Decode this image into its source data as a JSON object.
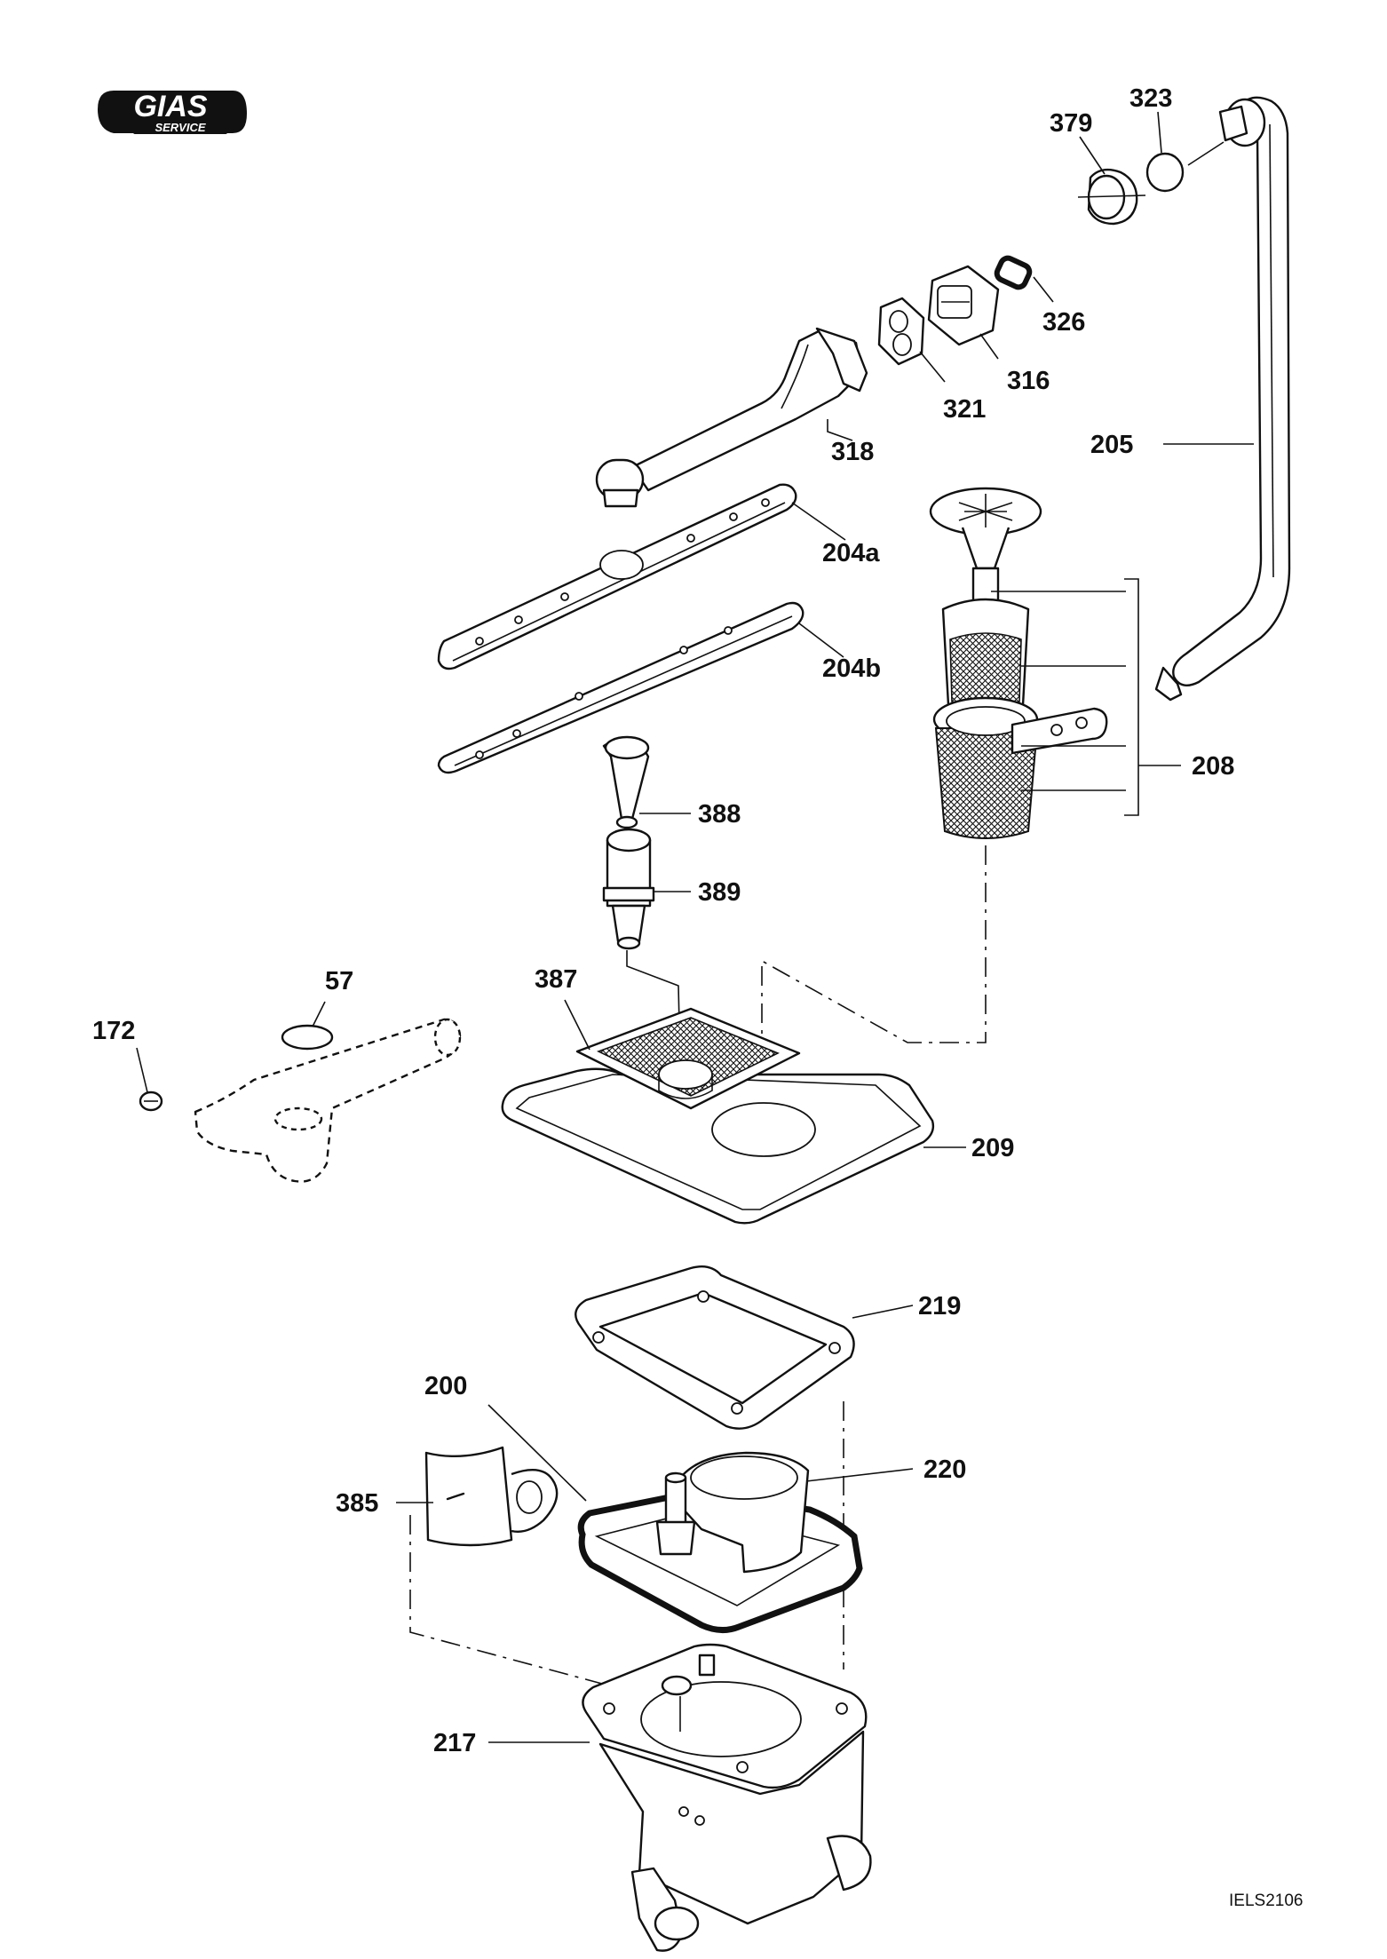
{
  "logo": {
    "brand": "GIAS",
    "sub": "SERVICE"
  },
  "drawing_code": "IELS2106",
  "parts": {
    "p379": "379",
    "p323": "323",
    "p326": "326",
    "p316": "316",
    "p321": "321",
    "p318": "318",
    "p205": "205",
    "p204a": "204a",
    "p204b": "204b",
    "p208": "208",
    "p388": "388",
    "p389": "389",
    "p387": "387",
    "p57": "57",
    "p172": "172",
    "p209": "209",
    "p219": "219",
    "p200": "200",
    "p220": "220",
    "p385": "385",
    "p217": "217"
  },
  "colors": {
    "ink": "#111111",
    "paper": "#ffffff"
  }
}
